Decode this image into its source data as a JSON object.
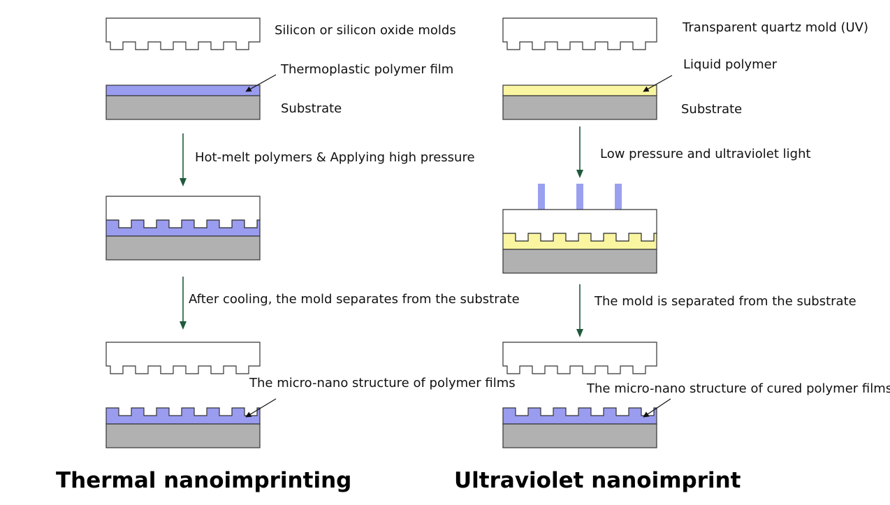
{
  "colors": {
    "thermoplastic": "#9a9cf0",
    "liquid": "#faf5a0",
    "substrate": "#b1b1b1",
    "mold": "#ffffff",
    "outline": "#333333",
    "flow_arrow": "#1d5a3c",
    "uv_arrow": "#9aa0f0"
  },
  "thermal": {
    "title": "Thermal nanoimprinting",
    "labels": {
      "mold": "Silicon or silicon oxide molds",
      "film": "Thermoplastic polymer film",
      "substrate": "Substrate",
      "step1": "Hot-melt polymers & Applying high pressure",
      "step2": "After cooling, the mold separates from the substrate",
      "result": "The micro-nano structure of polymer films"
    }
  },
  "uv": {
    "title": "Ultraviolet nanoimprint",
    "labels": {
      "mold": "Transparent quartz mold (UV)",
      "film": "Liquid polymer",
      "substrate": "Substrate",
      "step1": "Low pressure and ultraviolet light",
      "step2": "The mold is separated from the substrate",
      "result": "The micro-nano structure of cured polymer films"
    }
  }
}
